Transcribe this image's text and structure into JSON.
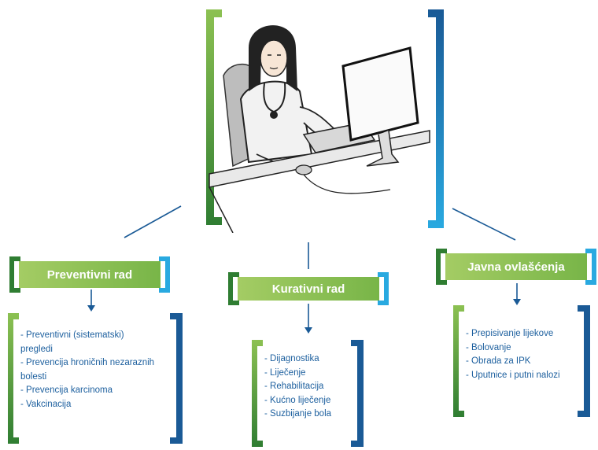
{
  "center_title": "",
  "sections": [
    {
      "title": "Preventivni rad",
      "items": [
        "- Preventivni (sistematski)",
        "pregledi",
        "- Prevencija hroničnih nezaraznih",
        "bolesti",
        "- Prevencija karcinoma",
        "- Vakcinacija"
      ]
    },
    {
      "title": "Kurativni rad",
      "items": [
        "- Dijagnostika",
        "- Liječenje",
        "- Rehabilitacija",
        "- Kućno liječenje",
        "- Suzbijanje bola"
      ]
    },
    {
      "title": "Javna ovlašćenja",
      "items": [
        "- Prepisivanje lijekove",
        "- Bolovanje",
        "- Obrada za IPK",
        "- Uputnice i putni nalozi"
      ]
    }
  ],
  "colors": {
    "green_dark": "#2f7d32",
    "green_light": "#8cc152",
    "blue_dark": "#1a5a96",
    "blue_light": "#29a9e0",
    "text": "#1c5f9e"
  },
  "illustration": "doctor-at-computer-desk"
}
